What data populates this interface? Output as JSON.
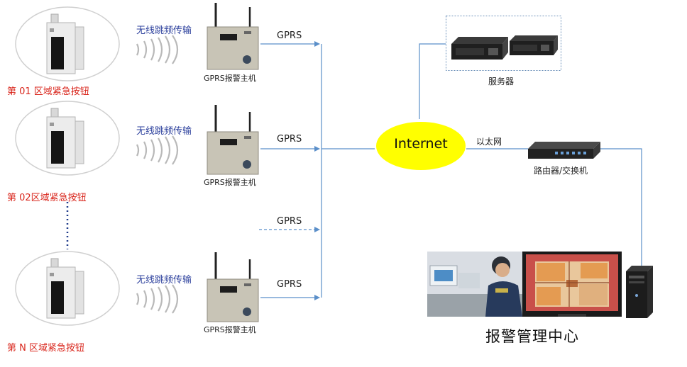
{
  "zones": [
    {
      "label": "第 01 区域紧急按钮",
      "wireless": "无线跳频传输",
      "host": "GPRS报警主机",
      "link": "GPRS"
    },
    {
      "label": "第 02区域紧急按钮",
      "wireless": "无线跳频传输",
      "host": "GPRS报警主机",
      "link": "GPRS"
    },
    {
      "label": "第 N 区域紧急按钮",
      "wireless": "无线跳频传输",
      "host": "GPRS报警主机",
      "link": "GPRS"
    }
  ],
  "extra_link": "GPRS",
  "internet": {
    "label": "Internet",
    "color": "#ffff00"
  },
  "ethernet_label": "以太网",
  "server": {
    "label": "服务器"
  },
  "router": {
    "label": "路由器/交换机"
  },
  "center": {
    "label": "报警管理中心"
  },
  "colors": {
    "line": "#5b8fc9",
    "zone_text": "#d9261c",
    "wireless_text": "#2b3f9c",
    "dotted_connector": "#1f3a8a"
  }
}
